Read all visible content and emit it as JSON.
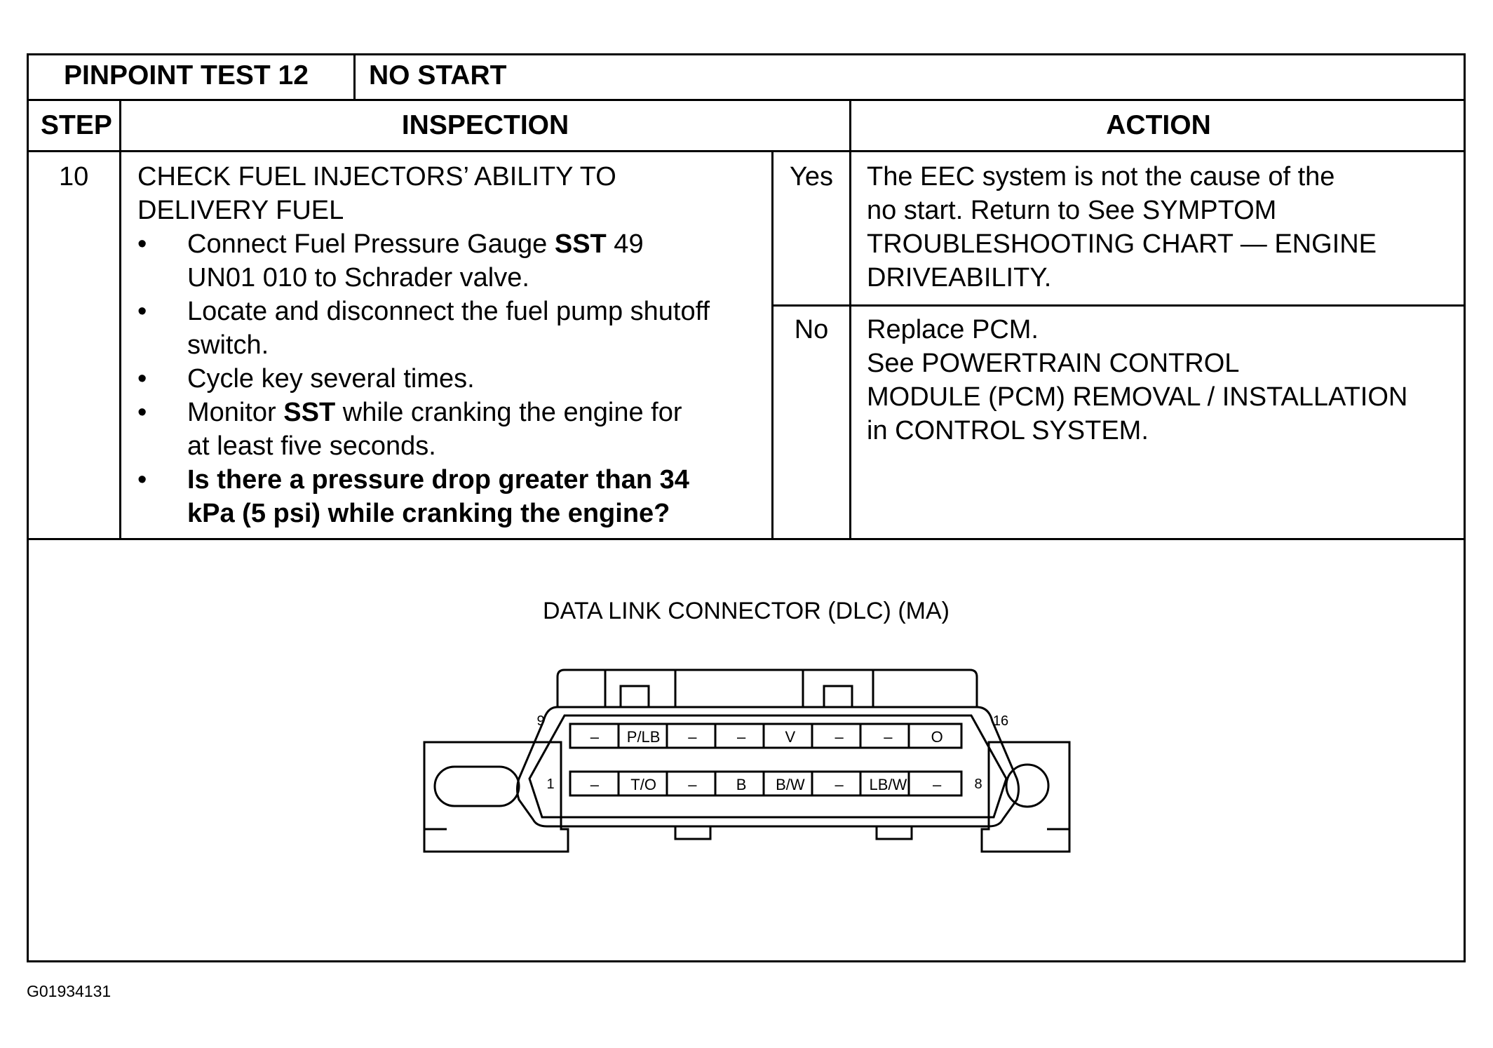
{
  "header": {
    "test_label": "PINPOINT TEST 12",
    "test_name": "NO START"
  },
  "columns": {
    "step": "STEP",
    "inspection": "INSPECTION",
    "action": "ACTION"
  },
  "step": {
    "number": "10",
    "title_lines": [
      "CHECK FUEL INJECTORS’ ABILITY TO",
      "DELIVERY FUEL"
    ],
    "bullets": [
      {
        "lines": [
          [
            {
              "t": "Connect Fuel Pressure Gauge "
            },
            {
              "t": "SST",
              "b": true
            },
            {
              "t": " 49"
            }
          ],
          [
            {
              "t": "UN01 010 to Schrader valve."
            }
          ]
        ]
      },
      {
        "lines": [
          [
            {
              "t": "Locate and disconnect the fuel pump shutoff"
            }
          ],
          [
            {
              "t": "switch."
            }
          ]
        ]
      },
      {
        "lines": [
          [
            {
              "t": "Cycle key several times."
            }
          ]
        ]
      },
      {
        "lines": [
          [
            {
              "t": "Monitor "
            },
            {
              "t": "SST",
              "b": true
            },
            {
              "t": " while cranking the engine for"
            }
          ],
          [
            {
              "t": "at least five seconds."
            }
          ]
        ]
      },
      {
        "lines": [
          [
            {
              "t": "Is there a pressure drop greater than 34",
              "b": true
            }
          ],
          [
            {
              "t": "kPa (5 psi) while cranking the engine?",
              "b": true
            }
          ]
        ]
      }
    ],
    "bullet_char": "•"
  },
  "results": {
    "yes": {
      "label": "Yes",
      "action_lines": [
        "The EEC system is not the cause of the",
        "no start.  Return to See  SYMPTOM",
        "TROUBLESHOOTING CHART — ENGINE",
        "DRIVEABILITY."
      ]
    },
    "no": {
      "label": "No",
      "action_lines": [
        "Replace PCM.",
        "See POWERTRAIN CONTROL",
        "MODULE (PCM) REMOVAL / INSTALLATION",
        "in CONTROL SYSTEM."
      ]
    }
  },
  "diagram": {
    "title": "DATA LINK CONNECTOR (DLC) (MA)",
    "pin_labels": {
      "top_left": "9",
      "top_right": "16",
      "bottom_left": "1",
      "bottom_right": "8"
    },
    "top_row": [
      "–",
      "P/LB",
      "–",
      "–",
      "V",
      "–",
      "–",
      "O"
    ],
    "bottom_row": [
      "–",
      "T/O",
      "–",
      "B",
      "B/W",
      "–",
      "LB/W",
      "–"
    ]
  },
  "footer": {
    "figure_id": "G01934131"
  }
}
